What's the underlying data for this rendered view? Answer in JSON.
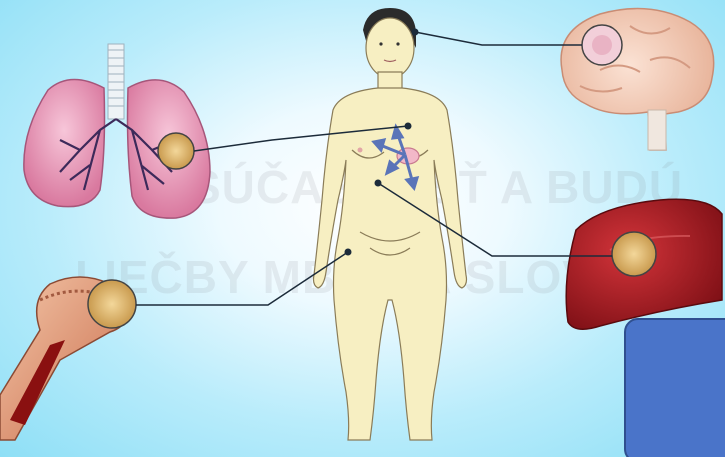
{
  "watermark": {
    "line1": "SÚČASNOSŤ A BUDÚ",
    "line2": "LIEČBY MBC NA SLOVE"
  },
  "colors": {
    "skin": "#f7efc2",
    "lung": "#f0a7c4",
    "brain": "#f4c9b5",
    "liver": "#b01e24",
    "bone": "#d87a5a",
    "tumor": "#e8c37a",
    "connector": "#1c2b3a",
    "box": "#4a74c9"
  },
  "organs": [
    "brain",
    "lungs",
    "liver",
    "bone"
  ]
}
